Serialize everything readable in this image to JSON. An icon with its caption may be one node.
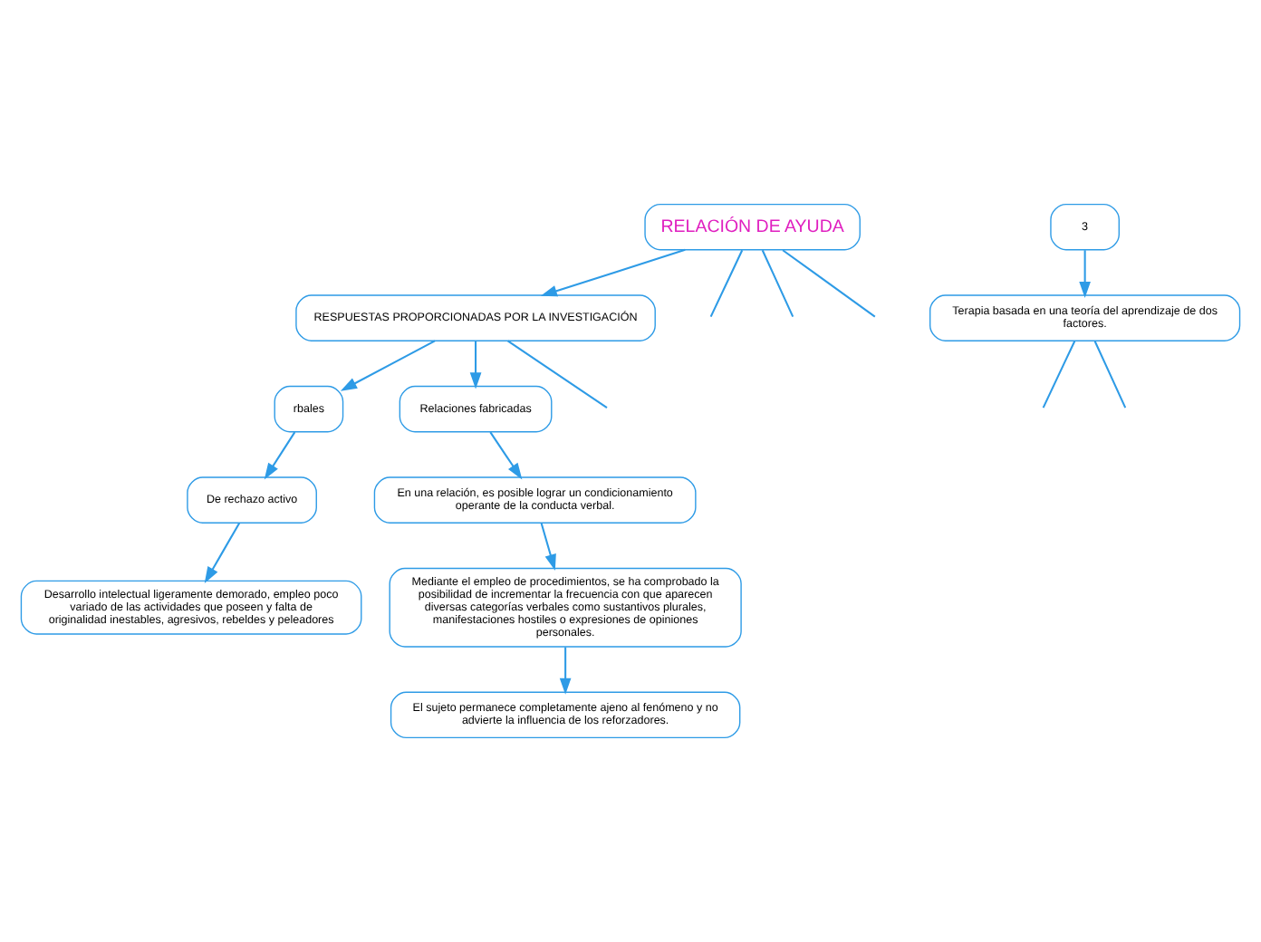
{
  "diagram": {
    "nodes": [
      {
        "text": [
          "RELACIÓN DE AYUDA"
        ]
      },
      {
        "text": [
          "RESPUESTAS PROPORCIONADAS POR LA INVESTIGACIÓN"
        ]
      },
      {
        "text": [
          "rbales"
        ]
      },
      {
        "text": [
          "Relaciones fabricadas"
        ]
      },
      {
        "text": [
          "De rechazo activo"
        ]
      },
      {
        "text": [
          "En una relación, es posible lograr un condicionamiento operante de la conducta verbal."
        ]
      },
      {
        "text": [
          "Desarrollo intelectual ligeramente demorado, empleo poco variado de las actividades que poseen y falta de originalidad inestables, agresivos, rebeldes y peleadores"
        ]
      },
      {
        "text": [
          "Mediante el empleo de procedimientos, se ha comprobado la posibilidad de incrementar la frecuencia con que aparecen diversas categorías verbales como sustantivos plurales, manifestaciones hostiles o expresiones de opiniones personales."
        ]
      },
      {
        "text": [
          "El sujeto permanece completamente ajeno al fenómeno y no advierte la influencia de los reforzadores."
        ]
      },
      {
        "text": [
          "3"
        ]
      },
      {
        "text": [
          "Terapia basada en una teoría del aprendizaje de dos factores."
        ]
      }
    ],
    "edges": [
      {
        "from": 0,
        "to": null,
        "arrow": "none"
      },
      {
        "from": 0,
        "to": null,
        "arrow": "none"
      },
      {
        "from": 0,
        "to": 1,
        "arrow": "to"
      },
      {
        "from": 0,
        "to": null,
        "arrow": "none"
      },
      {
        "from": 1,
        "to": 2,
        "arrow": "to"
      },
      {
        "from": 1,
        "to": 3,
        "arrow": "to"
      },
      {
        "from": 1,
        "to": null,
        "arrow": "none"
      },
      {
        "from": 2,
        "to": 4,
        "arrow": "to"
      },
      {
        "from": 3,
        "to": 5,
        "arrow": "to"
      },
      {
        "from": 4,
        "to": 6,
        "arrow": "to"
      },
      {
        "from": 5,
        "to": 7,
        "arrow": "to"
      },
      {
        "from": 7,
        "to": 8,
        "arrow": "to"
      },
      {
        "from": 9,
        "to": 10,
        "arrow": "to"
      },
      {
        "from": 10,
        "to": null,
        "arrow": "none"
      },
      {
        "from": 10,
        "to": null,
        "arrow": "none"
      }
    ]
  }
}
